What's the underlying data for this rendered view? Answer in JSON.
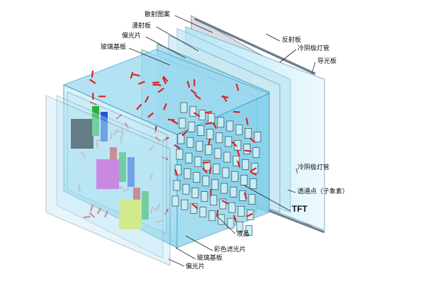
{
  "labels": {
    "diffuser_pattern": "散射图案",
    "diffuser_plate": "漫射板",
    "polarizer_rear": "偏光片",
    "glass_substrate_rear": "玻璃基板",
    "reflector": "反射板",
    "ccfl_top": "冷阴极灯管",
    "light_guide": "导光板",
    "ccfl_bottom": "冷阴极灯管",
    "pixel": "透通点（子象素）",
    "tft": "TFT",
    "liquid_crystal": "液晶",
    "color_filter": "彩色滤光片",
    "glass_substrate_front": "玻璃基板",
    "polarizer_front": "偏光片"
  },
  "colors": {
    "layer_blue": "#7ecbea",
    "layer_cyan": "#5fd6e6",
    "frame_gray": "#9aa7b5",
    "crystal_red": "#e0221b",
    "filter_red": "#e8231f",
    "filter_green": "#27b33a",
    "filter_blue": "#2452d6",
    "magenta": "#e01ad0",
    "yellow": "#f4f20e",
    "black": "#000000"
  }
}
